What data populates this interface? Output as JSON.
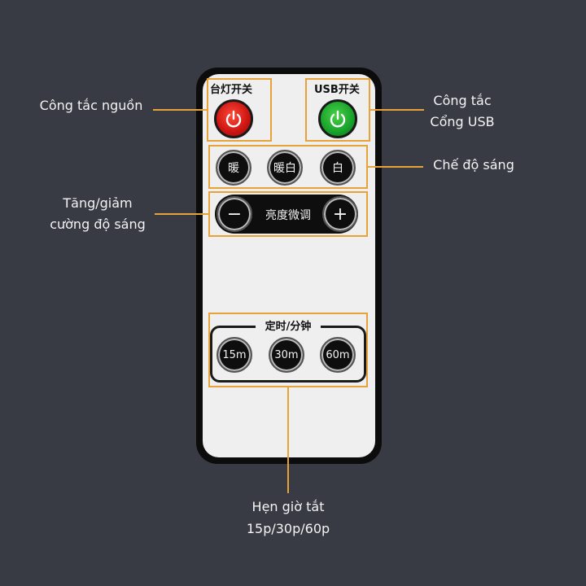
{
  "remote": {
    "power_label": "台灯开关",
    "usb_label": "USB开关",
    "mode_buttons": [
      "暖",
      "暖白",
      "白"
    ],
    "brightness_minus": "−",
    "brightness_label": "亮度微调",
    "brightness_plus": "+",
    "timer_title": "定时/分钟",
    "timer_buttons": [
      "15m",
      "30m",
      "60m"
    ]
  },
  "annotations": {
    "power": "Công tắc nguồn",
    "usb_line1": "Công tắc",
    "usb_line2": "Cổng USB",
    "mode": "Chế độ sáng",
    "brightness_line1": "Tăng/giảm",
    "brightness_line2": "cường độ sáng",
    "timer_line1": "Hẹn giờ tắt",
    "timer_line2": "15p/30p/60p"
  },
  "colors": {
    "background": "#383a44",
    "accent": "#e8a23a",
    "power_button": "#cc1410",
    "usb_button": "#17a22a"
  },
  "icons": {
    "power": "power-icon",
    "usb": "power-icon"
  }
}
